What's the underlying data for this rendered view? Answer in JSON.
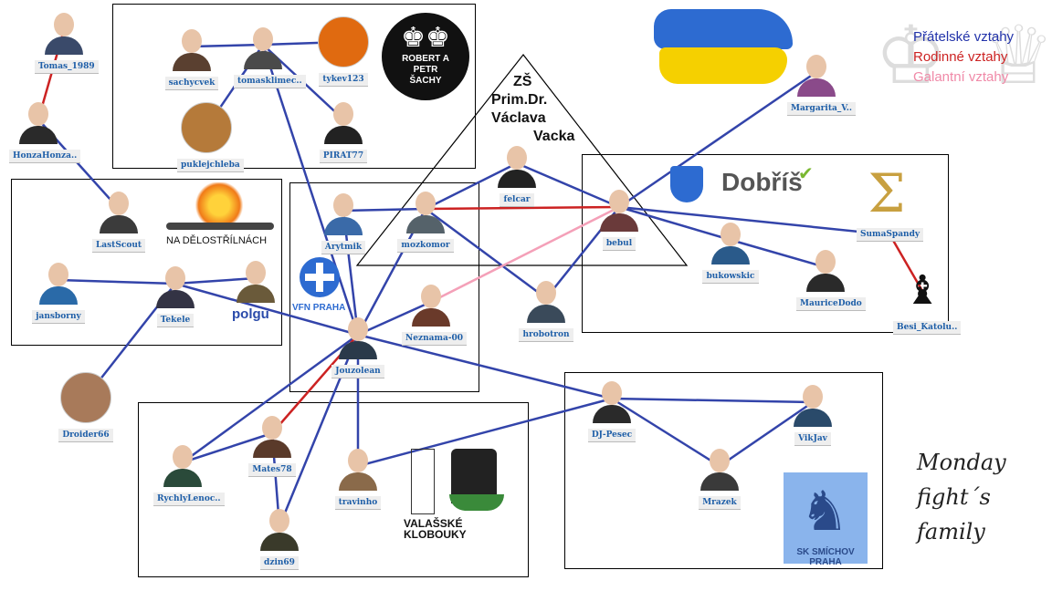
{
  "legend": {
    "items": [
      {
        "label": "Přátelské vztahy",
        "color": "#2233aa"
      },
      {
        "label": "Rodinné vztahy",
        "color": "#cc2222"
      },
      {
        "label": "Galantní vztahy",
        "color": "#f08aa8"
      }
    ]
  },
  "school": {
    "title_lines": [
      "ZŠ",
      "Prim.Dr.",
      "Václava",
      "Vacka"
    ]
  },
  "logos": {
    "robert_petr": "ROBERT A PETR ŠACHY",
    "delostrilnach": "NA DĚLOSTŘÍLNÁCH",
    "polgu": "polgu",
    "vfn": "VFN PRAHA",
    "dobris": "Dobříš",
    "valasske": "VALAŠSKÉ KLOBOUKY",
    "praha": "SK SMÍCHOV PRAHA"
  },
  "footer": {
    "line1": "Monday",
    "line2": "fight´s",
    "line3": "family"
  },
  "people": [
    {
      "id": "Tomas_1989",
      "label": "Tomas_1989",
      "avatar": "#3a4a6a"
    },
    {
      "id": "HonzaHonza",
      "label": "HonzaHonza..",
      "avatar": "#2a2a2a"
    },
    {
      "id": "sachycvek",
      "label": "sachycvek",
      "avatar": "#5a4030"
    },
    {
      "id": "tomasklimec",
      "label": "tomasklimec..",
      "avatar": "#4a4a4a"
    },
    {
      "id": "tykev123",
      "label": "tykev123",
      "avatar": "#e06a10"
    },
    {
      "id": "puklejchleba",
      "label": "puklejchleba",
      "avatar": "#b57a3a"
    },
    {
      "id": "PIRAT77",
      "label": "PIRAT77",
      "avatar": "#222222"
    },
    {
      "id": "LastScout",
      "label": "LastScout",
      "avatar": "#3b3b3b"
    },
    {
      "id": "jansborny",
      "label": "jansborny",
      "avatar": "#2a6aa8"
    },
    {
      "id": "Tekele",
      "label": "Tekele",
      "avatar": "#333344"
    },
    {
      "id": "polgu",
      "label": "",
      "avatar": "#6a5a3a"
    },
    {
      "id": "Arytmik",
      "label": "Arytmik",
      "avatar": "#3a6aa8"
    },
    {
      "id": "mozkomor",
      "label": "mozkomor",
      "avatar": "#55626a"
    },
    {
      "id": "felcar",
      "label": "felcar",
      "avatar": "#222222"
    },
    {
      "id": "bebul",
      "label": "bebul",
      "avatar": "#6a3a3a"
    },
    {
      "id": "Margarita_V",
      "label": "Margarita_V..",
      "avatar": "#8a4a8a"
    },
    {
      "id": "SumaSpandy",
      "label": "SumaSpandy",
      "avatar": "#c8a040"
    },
    {
      "id": "bukowskic",
      "label": "bukowskic",
      "avatar": "#2a5a8a"
    },
    {
      "id": "MauriceDodo",
      "label": "MauriceDodo",
      "avatar": "#2a2a2a"
    },
    {
      "id": "Besi_Katolu",
      "label": "Besi_Katolu..",
      "avatar": "#ffffff"
    },
    {
      "id": "hrobotron",
      "label": "hrobotron",
      "avatar": "#3a4a5a"
    },
    {
      "id": "Neznama-00",
      "label": "Neznama-00",
      "avatar": "#6a3a2a"
    },
    {
      "id": "Jouzolean",
      "label": "Jouzolean",
      "avatar": "#2a3a4a"
    },
    {
      "id": "Droider66",
      "label": "Droider66",
      "avatar": "#a87a5a"
    },
    {
      "id": "RychlyLenoc",
      "label": "RychlyLenoc..",
      "avatar": "#2a4a3a"
    },
    {
      "id": "Mates78",
      "label": "Mates78",
      "avatar": "#5a3a2a"
    },
    {
      "id": "travinho",
      "label": "travinho",
      "avatar": "#8a6a4a"
    },
    {
      "id": "dzin69",
      "label": "dzin69",
      "avatar": "#3a3a2a"
    },
    {
      "id": "DJ-Pesec",
      "label": "DJ-Pesec",
      "avatar": "#2a2a2a"
    },
    {
      "id": "VikJav",
      "label": "VikJav",
      "avatar": "#2a4a6a"
    },
    {
      "id": "Mrazek",
      "label": "Mrazek",
      "avatar": "#3a3a3a"
    }
  ],
  "edges": [
    {
      "from": "Tomas_1989",
      "to": "HonzaHonza",
      "type": "family"
    },
    {
      "from": "HonzaHonza",
      "to": "LastScout",
      "type": "friend"
    },
    {
      "from": "sachycvek",
      "to": "tomasklimec",
      "type": "friend"
    },
    {
      "from": "tomasklimec",
      "to": "tykev123",
      "type": "friend"
    },
    {
      "from": "tomasklimec",
      "to": "PIRAT77",
      "type": "friend"
    },
    {
      "from": "tomasklimec",
      "to": "puklejchleba",
      "type": "friend"
    },
    {
      "from": "tomasklimec",
      "to": "Jouzolean",
      "type": "friend"
    },
    {
      "from": "jansborny",
      "to": "Tekele",
      "type": "friend"
    },
    {
      "from": "Tekele",
      "to": "polgu",
      "type": "friend"
    },
    {
      "from": "Tekele",
      "to": "Jouzolean",
      "type": "friend"
    },
    {
      "from": "Tekele",
      "to": "Droider66",
      "type": "friend"
    },
    {
      "from": "Arytmik",
      "to": "mozkomor",
      "type": "friend"
    },
    {
      "from": "Arytmik",
      "to": "Jouzolean",
      "type": "friend"
    },
    {
      "from": "mozkomor",
      "to": "Jouzolean",
      "type": "friend"
    },
    {
      "from": "mozkomor",
      "to": "felcar",
      "type": "friend"
    },
    {
      "from": "mozkomor",
      "to": "bebul",
      "type": "family"
    },
    {
      "from": "mozkomor",
      "to": "hrobotron",
      "type": "friend"
    },
    {
      "from": "felcar",
      "to": "bebul",
      "type": "friend"
    },
    {
      "from": "bebul",
      "to": "Margarita_V",
      "type": "friend"
    },
    {
      "from": "bebul",
      "to": "SumaSpandy",
      "type": "friend"
    },
    {
      "from": "bebul",
      "to": "bukowskic",
      "type": "friend"
    },
    {
      "from": "bebul",
      "to": "hrobotron",
      "type": "friend"
    },
    {
      "from": "bebul",
      "to": "Neznama-00",
      "type": "gallant"
    },
    {
      "from": "bukowskic",
      "to": "MauriceDodo",
      "type": "friend"
    },
    {
      "from": "SumaSpandy",
      "to": "Besi_Katolu",
      "type": "family"
    },
    {
      "from": "Neznama-00",
      "to": "Jouzolean",
      "type": "friend"
    },
    {
      "from": "Jouzolean",
      "to": "DJ-Pesec",
      "type": "friend"
    },
    {
      "from": "Jouzolean",
      "to": "RychlyLenoc",
      "type": "friend"
    },
    {
      "from": "Jouzolean",
      "to": "Mates78",
      "type": "family"
    },
    {
      "from": "Jouzolean",
      "to": "travinho",
      "type": "friend"
    },
    {
      "from": "Jouzolean",
      "to": "dzin69",
      "type": "friend"
    },
    {
      "from": "Mates78",
      "to": "RychlyLenoc",
      "type": "friend"
    },
    {
      "from": "Mates78",
      "to": "dzin69",
      "type": "friend"
    },
    {
      "from": "travinho",
      "to": "DJ-Pesec",
      "type": "friend"
    },
    {
      "from": "DJ-Pesec",
      "to": "VikJav",
      "type": "friend"
    },
    {
      "from": "DJ-Pesec",
      "to": "Mrazek",
      "type": "friend"
    },
    {
      "from": "Mrazek",
      "to": "VikJav",
      "type": "friend"
    }
  ]
}
